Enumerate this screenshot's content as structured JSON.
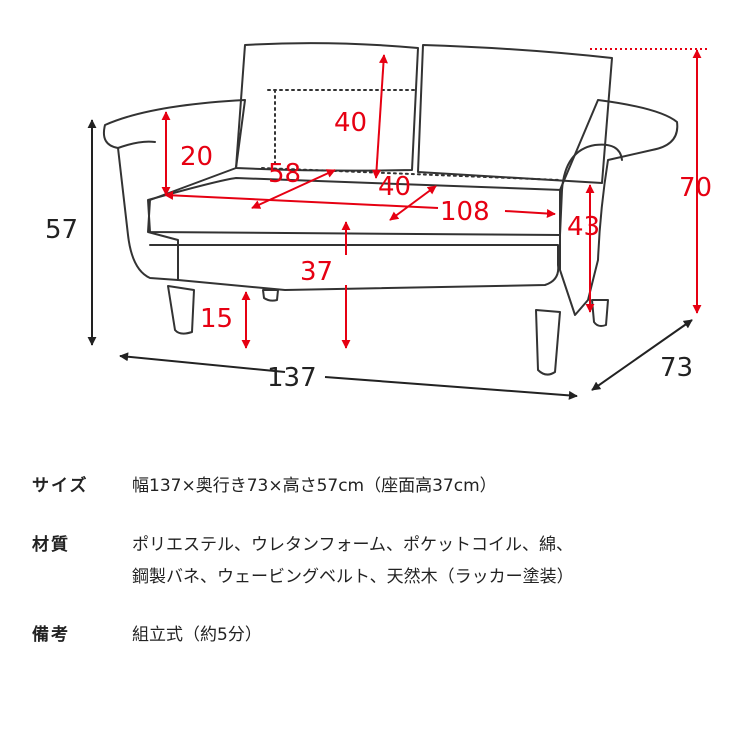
{
  "dimensions": {
    "back_height": "40",
    "arm_height": "20",
    "seat_width_diag": "58",
    "seat_depth": "40",
    "seat_width": "108",
    "arm_to_floor": "43",
    "total_height": "70",
    "overall_height": "57",
    "seat_height": "37",
    "leg_height": "15",
    "width": "137",
    "depth": "73"
  },
  "colors": {
    "dimension_red": "#e60012",
    "outline": "#333333"
  },
  "specs": {
    "size": {
      "label": "サイズ",
      "value": "幅137×奥行き73×高さ57cm（座面高37cm）"
    },
    "material": {
      "label": "材質",
      "line1": "ポリエステル、ウレタンフォーム、ポケットコイル、綿、",
      "line2": "鋼製バネ、ウェービングベルト、天然木（ラッカー塗装）"
    },
    "note": {
      "label": "備考",
      "value": "組立式（約5分）"
    }
  }
}
